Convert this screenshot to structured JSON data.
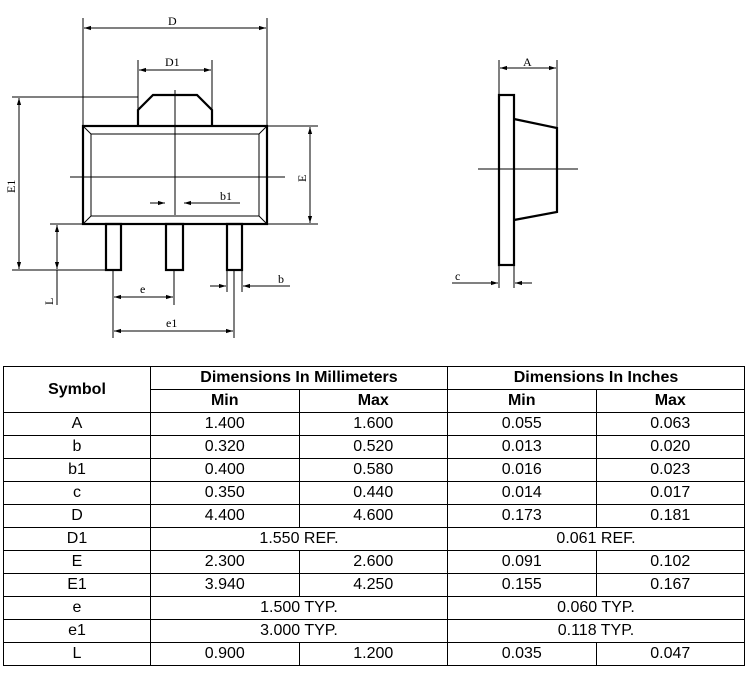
{
  "drawing": {
    "labels": {
      "D": "D",
      "D1": "D1",
      "b1": "b1",
      "E1": "E1",
      "E": "E",
      "L": "L",
      "e": "e",
      "e1": "e1",
      "b": "b",
      "A": "A",
      "c": "c"
    }
  },
  "table": {
    "header": {
      "symbol": "Symbol",
      "mm": "Dimensions In Millimeters",
      "inch": "Dimensions In Inches",
      "min": "Min",
      "max": "Max"
    },
    "rows": [
      {
        "symbol": "A",
        "mm_min": "1.400",
        "mm_max": "1.600",
        "in_min": "0.055",
        "in_max": "0.063"
      },
      {
        "symbol": "b",
        "mm_min": "0.320",
        "mm_max": "0.520",
        "in_min": "0.013",
        "in_max": "0.020"
      },
      {
        "symbol": "b1",
        "mm_min": "0.400",
        "mm_max": "0.580",
        "in_min": "0.016",
        "in_max": "0.023"
      },
      {
        "symbol": "c",
        "mm_min": "0.350",
        "mm_max": "0.440",
        "in_min": "0.014",
        "in_max": "0.017"
      },
      {
        "symbol": "D",
        "mm_min": "4.400",
        "mm_max": "4.600",
        "in_min": "0.173",
        "in_max": "0.181"
      },
      {
        "symbol": "D1",
        "mm_span": "1.550 REF.",
        "in_span": "0.061 REF."
      },
      {
        "symbol": "E",
        "mm_min": "2.300",
        "mm_max": "2.600",
        "in_min": "0.091",
        "in_max": "0.102"
      },
      {
        "symbol": "E1",
        "mm_min": "3.940",
        "mm_max": "4.250",
        "in_min": "0.155",
        "in_max": "0.167"
      },
      {
        "symbol": "e",
        "mm_span": "1.500 TYP.",
        "in_span": "0.060 TYP."
      },
      {
        "symbol": "e1",
        "mm_span": "3.000 TYP.",
        "in_span": "0.118 TYP."
      },
      {
        "symbol": "L",
        "mm_min": "0.900",
        "mm_max": "1.200",
        "in_min": "0.035",
        "in_max": "0.047"
      }
    ]
  }
}
